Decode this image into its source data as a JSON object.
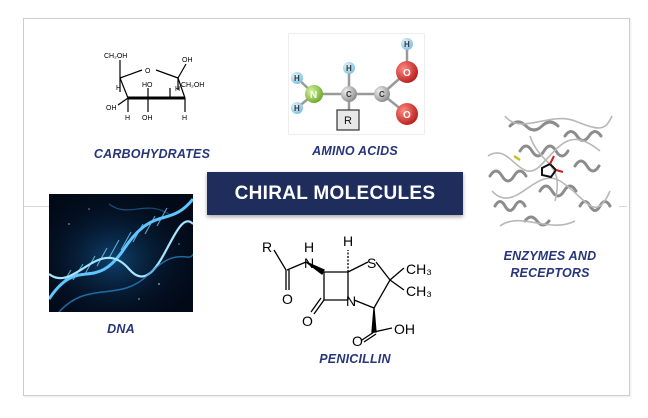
{
  "title": "CHIRAL MOLECULES",
  "captions": {
    "carbohydrates": "CARBOHYDRATES",
    "amino_acids": "AMINO ACIDS",
    "enzymes_line1": "ENZYMES AND",
    "enzymes_line2": "RECEPTORS",
    "dna": "DNA",
    "penicillin": "PENICILLIN"
  },
  "carbohydrate_labels": {
    "ch2oh_top": "CH₂OH",
    "ring_o": "O",
    "oh_top_right": "OH",
    "h_a": "H",
    "h_b": "H",
    "ho_mid": "HO",
    "ch2oh_right": "CH₂OH",
    "oh_left": "OH",
    "h_c": "H",
    "oh_bottom": "OH",
    "h_d": "H"
  },
  "amino_acid_labels": {
    "atom_h_top_o": "H",
    "atom_o_top": "O",
    "atom_h_n1": "H",
    "atom_n": "N",
    "atom_h_n2": "H",
    "atom_h_alpha": "H",
    "atom_c_alpha": "C",
    "atom_c_carbonyl": "C",
    "atom_o_bottom": "O",
    "group_r": "R"
  },
  "penicillin_labels": {
    "r": "R",
    "nh_n": "N",
    "nh_h": "H",
    "h_top": "H",
    "s": "S",
    "ch3_top": "CH₃",
    "ch3_bottom": "CH₃",
    "n_ring": "N",
    "o_amide": "O",
    "o_lactam": "O",
    "o_acid": "O",
    "oh": "OH"
  },
  "colors": {
    "title_bg": "#1f2d5c",
    "caption": "#27367a",
    "nitrogen": "#8cc63f",
    "oxygen": "#c8201f",
    "hydrogen": "#9fd3ee",
    "carbon": "#b5b5b5"
  }
}
